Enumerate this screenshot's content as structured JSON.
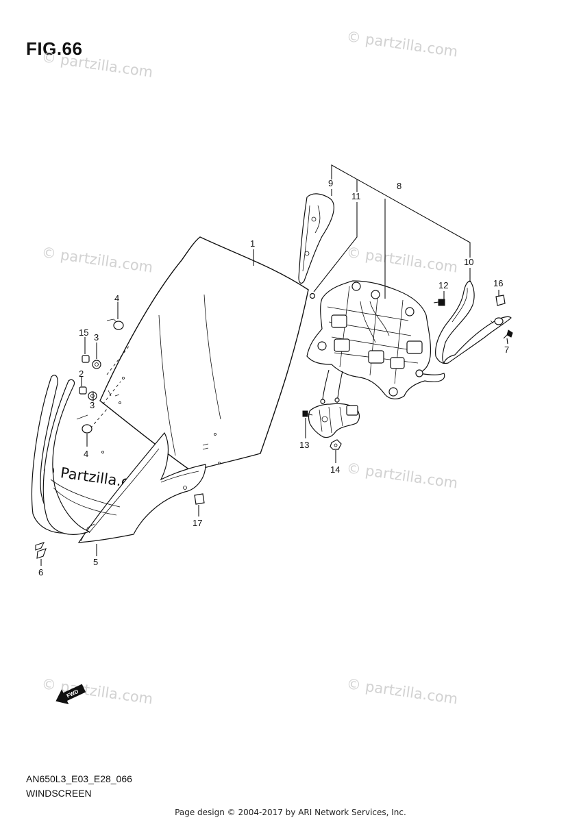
{
  "figure_title": "FIG.66",
  "model_code": "AN650L3_E03_E28_066",
  "section_name": "WINDSCREEN",
  "footer": "Page design © 2004-2017 by ARI Network Services, Inc.",
  "watermark_text": "© Partzilla.com",
  "watermark_text_faint": "© partzilla.com",
  "fwd_label": "FWD",
  "callouts": [
    "1",
    "2",
    "3",
    "3",
    "4",
    "4",
    "5",
    "6",
    "7",
    "8",
    "9",
    "10",
    "11",
    "12",
    "13",
    "14",
    "15",
    "16",
    "17"
  ]
}
